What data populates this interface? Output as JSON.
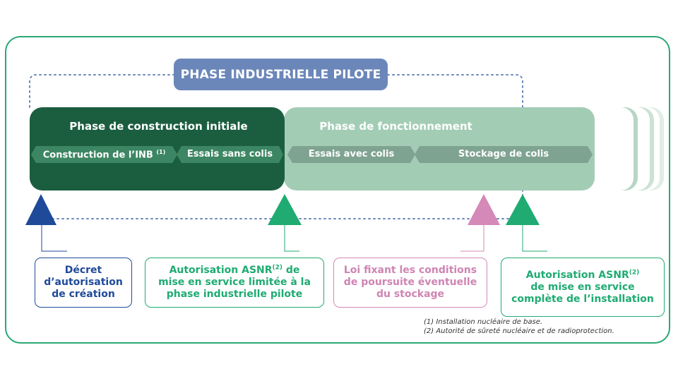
{
  "header": {
    "title": "PHASE INDUSTRIELLE PILOTE"
  },
  "phases": {
    "construction": {
      "title": "Phase de construction initiale",
      "segments": [
        {
          "label": "Construction de l’INB",
          "note": "(1)"
        },
        {
          "label": "Essais sans colis"
        }
      ]
    },
    "fonctionnement": {
      "title": "Phase de fonctionnement",
      "segments": [
        {
          "label": "Essais avec colis"
        },
        {
          "label": "Stockage de colis"
        }
      ]
    }
  },
  "milestones": [
    {
      "lines": [
        "Décret",
        "d’autorisation",
        "de création"
      ],
      "color": "#1f4a9a"
    },
    {
      "line1_pre": "Autorisation ASNR",
      "line1_sup": "(2)",
      "line1_post": " de",
      "line2": "mise en service limitée à la",
      "line3": "phase industrielle pilote",
      "color": "#1fab72"
    },
    {
      "lines": [
        "Loi fixant les conditions",
        "de poursuite éventuelle",
        "du stockage"
      ],
      "color": "#d489b8"
    },
    {
      "line1_pre": "Autorisation ASNR",
      "line1_sup": "(2)",
      "line2": "de mise en service",
      "line3": "complète de l’installation",
      "color": "#1fab72"
    }
  ],
  "footnotes": [
    "(1) Installation nucléaire de base.",
    "(2) Autorité de sûreté nucléaire et de radioprotection."
  ],
  "colors": {
    "frame": "#2aa874",
    "construction_bg": "#1b5e3f",
    "fonctionnement_bg": "#a3ccb5",
    "pill": "#6b87ba",
    "dotted": "#6b87ba",
    "arrow_dark": "#3d8663",
    "arrow_light": "#7fa391"
  }
}
